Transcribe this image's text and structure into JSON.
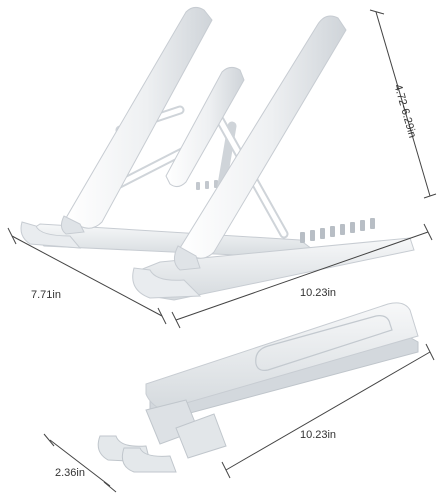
{
  "product": {
    "dimensions": {
      "depth": "7.71in",
      "width_open": "10.23in",
      "height_range": "4.72-6.29in",
      "width_folded": "10.23in",
      "thickness_folded": "2.36in"
    }
  },
  "colors": {
    "body": "#eef0f2",
    "edge": "#c7ccd2",
    "shadow": "#a9b0b8",
    "line": "#444444"
  }
}
